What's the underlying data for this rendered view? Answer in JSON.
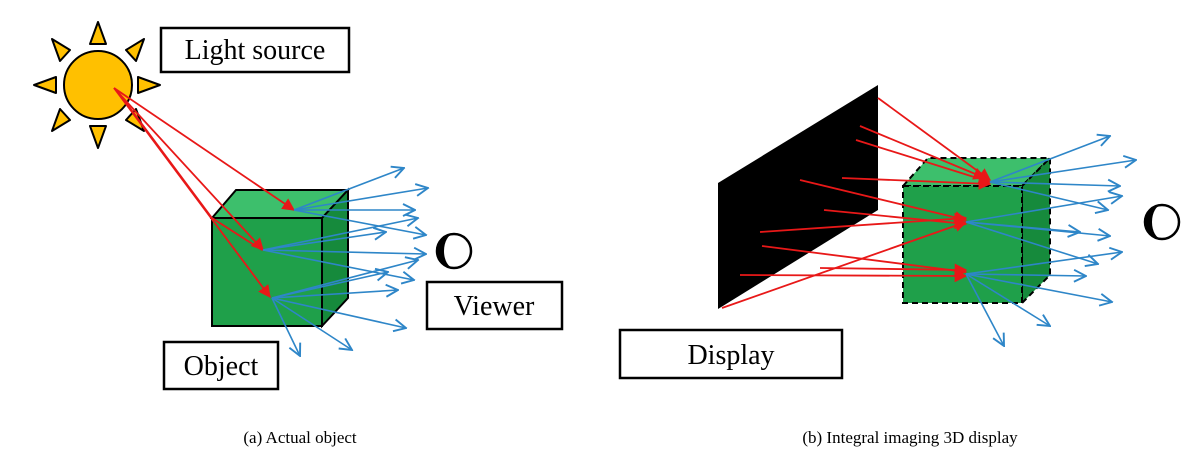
{
  "panel_a": {
    "caption": "(a) Actual object",
    "labels": {
      "light_source": "Light source",
      "object": "Object",
      "viewer": "Viewer"
    }
  },
  "panel_b": {
    "caption": "(b) Integral imaging 3D display",
    "labels": {
      "display": "Display"
    }
  },
  "colors": {
    "sun_fill": "#FFC000",
    "cube_front": "#1FA04A",
    "cube_top": "#3DBF6C",
    "cube_side": "#168A3C",
    "incident_ray": "#E81818",
    "reflected_ray": "#2E86C8",
    "display_panel": "#000000"
  }
}
